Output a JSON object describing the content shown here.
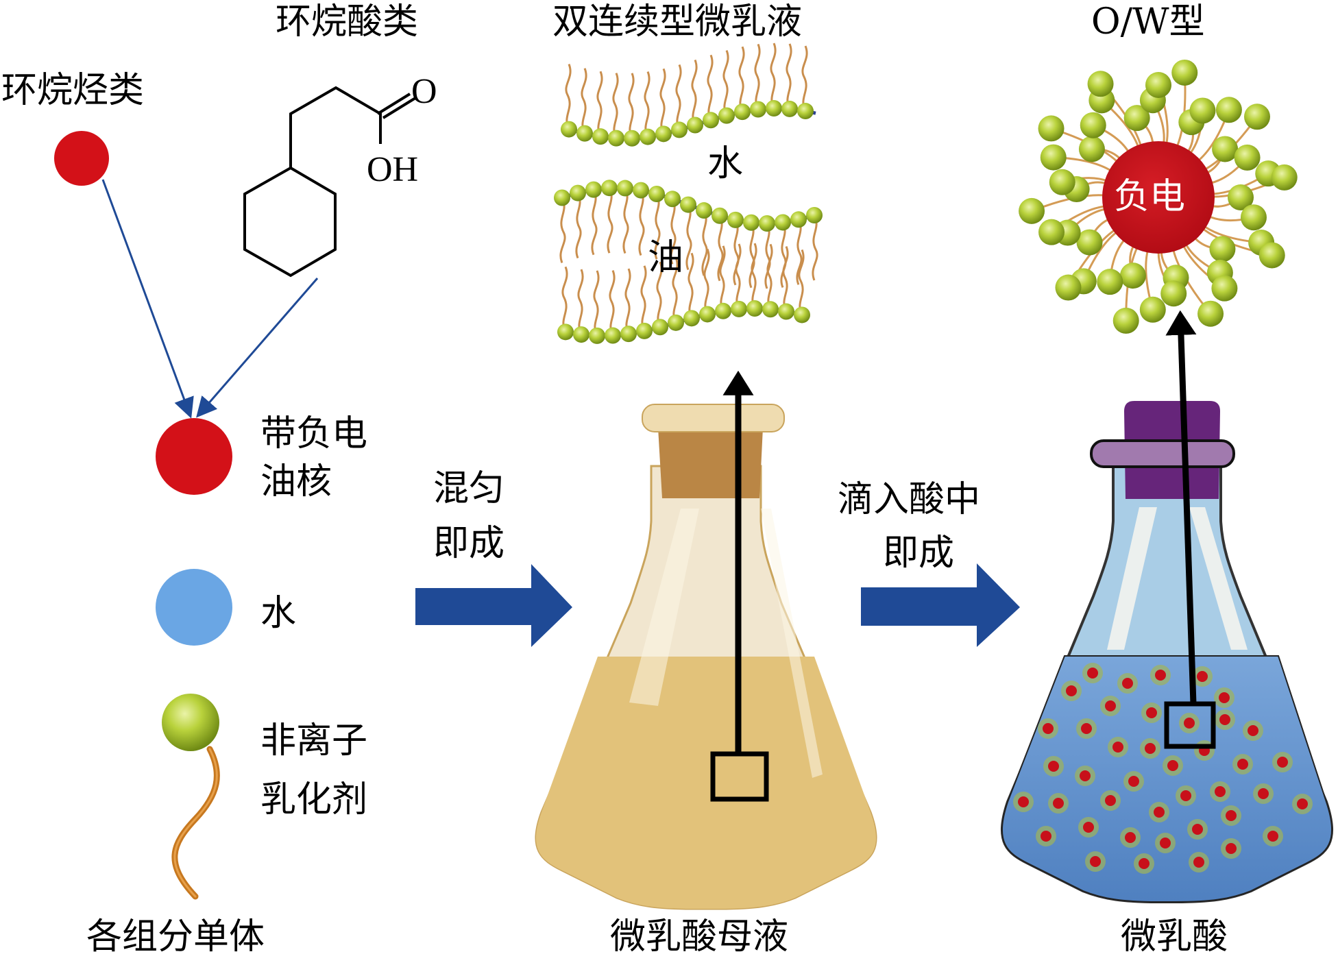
{
  "title": "微乳酸制备流程示意图",
  "components": {
    "heading": "各组分单体",
    "cycloalkane_label": "环烷烃类",
    "naphthenic_acid_label": "环烷酸类",
    "acid_structure": {
      "carbonyl_o": "O",
      "hydroxyl": "OH"
    },
    "items": [
      {
        "label_line1": "带负电",
        "label_line2": "油核",
        "color": "#d31118",
        "icon": "red-sphere"
      },
      {
        "label_line1": "水",
        "label_line2": "",
        "color": "#6aa6e4",
        "icon": "blue-sphere"
      },
      {
        "label_line1": "非离子",
        "label_line2": "乳化剂",
        "color": "#a9c92c",
        "icon": "surfactant-molecule"
      }
    ],
    "arrow_color": "#1f4a96"
  },
  "step1": {
    "line1": "混匀",
    "line2": "即成",
    "arrow_color": "#1f4a96"
  },
  "step2": {
    "line1": "滴入酸中",
    "line2": "即成",
    "arrow_color": "#1f4a96"
  },
  "mother_liquor": {
    "caption": "微乳酸母液",
    "inset_title": "双连续型微乳液",
    "water_label": "水",
    "oil_label": "油",
    "liquid_color": "#e2c27a",
    "stopper_color": "#ba8645"
  },
  "microemulsion_acid": {
    "caption": "微乳酸",
    "inset_title": "O/W型",
    "core_label": "负电",
    "liquid_color": "#5f8fcc",
    "stopper_color": "#66257a",
    "core_color": "#c8101a"
  }
}
